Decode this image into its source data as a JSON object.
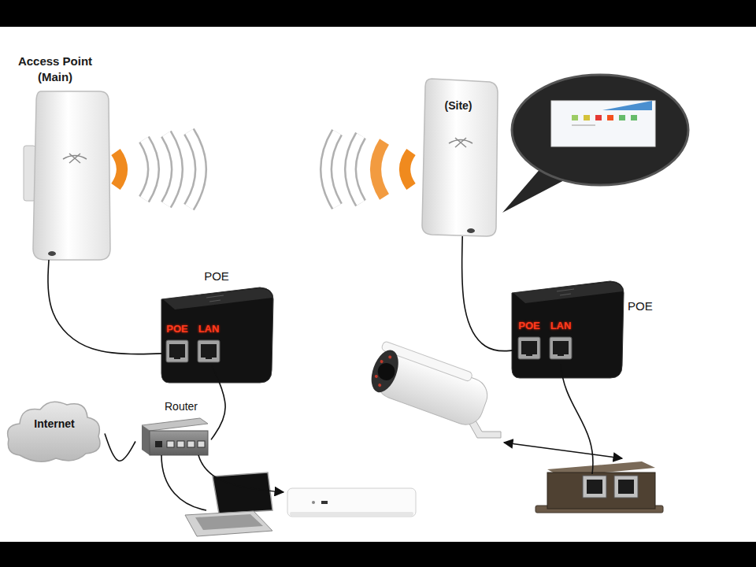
{
  "diagram": {
    "nodes": [
      {
        "text": [
          "Access Point (Main)"
        ]
      },
      {
        "text": [
          "(Site)"
        ]
      },
      {
        "text": [
          "POE"
        ]
      },
      {
        "text": [
          "POE"
        ],
        "in": 2
      },
      {
        "text": [
          "LAN"
        ],
        "in": 2
      },
      {
        "text": [
          "POE"
        ]
      },
      {
        "text": [
          "POE"
        ],
        "in": 5
      },
      {
        "text": [
          "LAN"
        ],
        "in": 5
      },
      {
        "text": [
          "Router"
        ]
      },
      {
        "text": [
          "Internet"
        ]
      }
    ],
    "edges": [
      {
        "from": 0,
        "to": 3,
        "arrow": "none"
      },
      {
        "from": 4,
        "to": 8,
        "arrow": "none"
      },
      {
        "from": 9,
        "to": 8,
        "arrow": "none"
      },
      {
        "from": 1,
        "to": 6,
        "arrow": "none"
      }
    ]
  }
}
